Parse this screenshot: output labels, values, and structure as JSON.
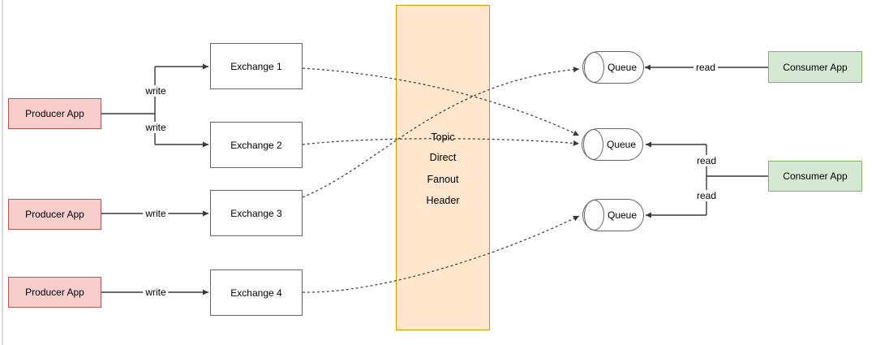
{
  "colors": {
    "canvas-bg": "#FFFFFF",
    "canvas-edge": "#D9D9D9",
    "text": "#000000",
    "line": "#383838",
    "producer-fill": "#F8CECC",
    "producer-border": "#B85450",
    "consumer-fill": "#D5E8D4",
    "consumer-border": "#82B366",
    "router-fill": "#FFE6CC",
    "router-border": "#D79B00",
    "node-fill": "#FFFFFF",
    "node-border": "#666666"
  },
  "producers": [
    {
      "label": "Producer App"
    },
    {
      "label": "Producer App"
    },
    {
      "label": "Producer App"
    }
  ],
  "exchanges": [
    {
      "label": "Exchange 1"
    },
    {
      "label": "Exchange 2"
    },
    {
      "label": "Exchange 3"
    },
    {
      "label": "Exchange 4"
    }
  ],
  "router": {
    "types": [
      {
        "label": "Topic"
      },
      {
        "label": "Direct"
      },
      {
        "label": "Fanout"
      },
      {
        "label": "Header"
      }
    ]
  },
  "queues": [
    {
      "label": "Queue"
    },
    {
      "label": "Queue"
    },
    {
      "label": "Queue"
    }
  ],
  "consumers": [
    {
      "label": "Consumer App"
    },
    {
      "label": "Consumer App"
    }
  ],
  "edge_labels": {
    "write": "write",
    "read": "read"
  }
}
